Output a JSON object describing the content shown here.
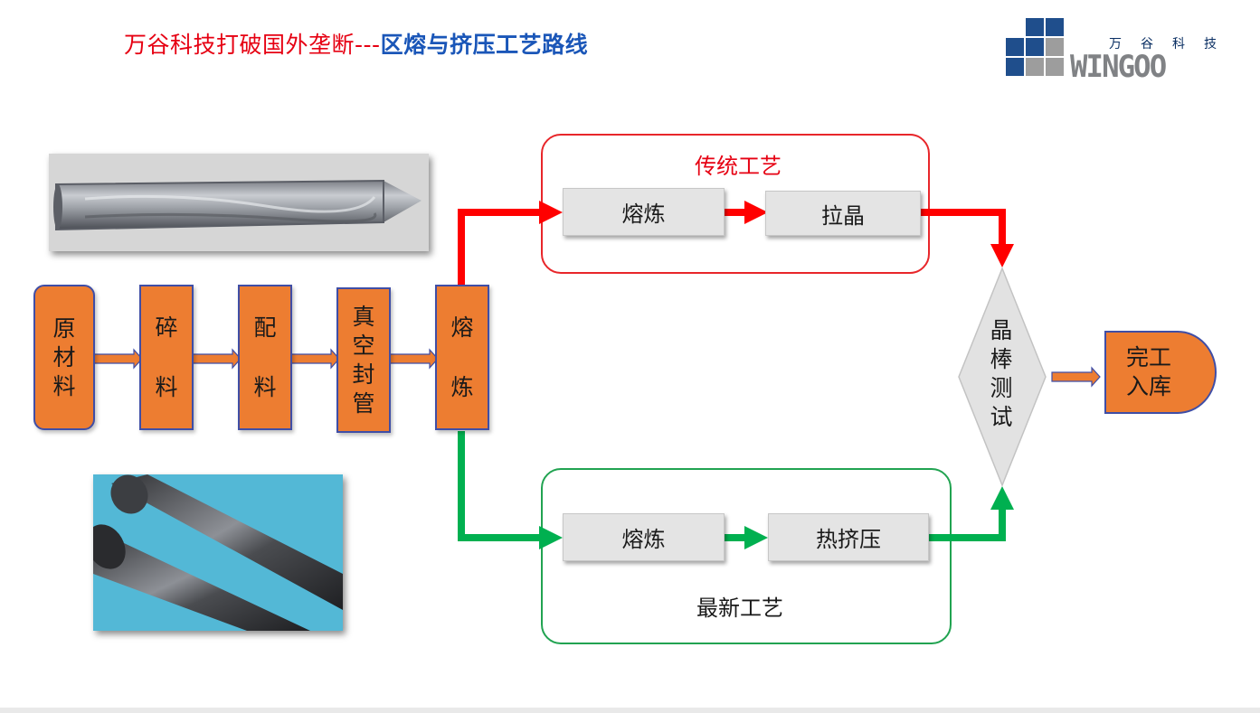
{
  "header": {
    "title_part1": "万谷科技打破国外垄断---",
    "title_part2": "区熔与挤压工艺路线"
  },
  "logo": {
    "cn_text": "万谷科技",
    "en_text": "WINGOO",
    "dark_color": "#1f4e8c",
    "light_color": "#9d9d9d"
  },
  "process_steps": [
    {
      "label": "原材料"
    },
    {
      "label": "碎料"
    },
    {
      "label": "配料"
    },
    {
      "label": "真空封管"
    },
    {
      "label": "熔炼"
    }
  ],
  "traditional": {
    "title": "传统工艺",
    "step1": "熔炼",
    "step2": "拉晶",
    "color": "#ff0000"
  },
  "latest": {
    "title": "最新工艺",
    "step1": "熔炼",
    "step2": "热挤压",
    "color": "#00b050"
  },
  "test_node": {
    "label": "晶棒测试"
  },
  "finish_node": {
    "label": "完工入库"
  },
  "colors": {
    "orange": "#ed7d31",
    "outline": "#3f4ea6",
    "gray_box": "#e4e4e4",
    "sky": "#53b8d6"
  }
}
